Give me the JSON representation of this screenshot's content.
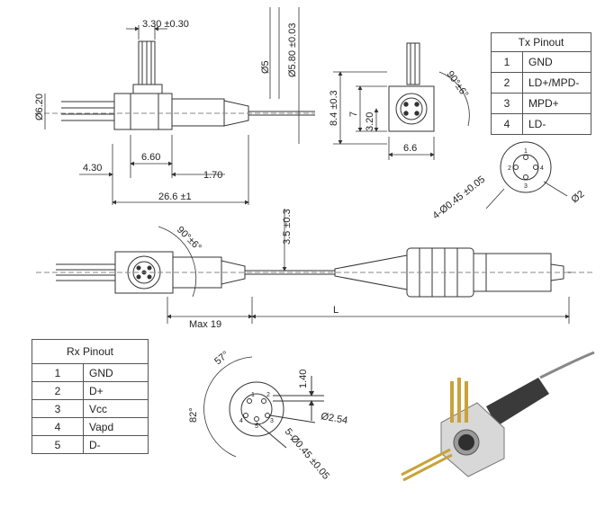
{
  "tx_pinout": {
    "title": "Tx Pinout",
    "rows": [
      {
        "pin": "1",
        "signal": "GND"
      },
      {
        "pin": "2",
        "signal": "LD+/MPD-"
      },
      {
        "pin": "3",
        "signal": "MPD+"
      },
      {
        "pin": "4",
        "signal": "LD-"
      }
    ]
  },
  "rx_pinout": {
    "title": "Rx Pinout",
    "rows": [
      {
        "pin": "1",
        "signal": "GND"
      },
      {
        "pin": "2",
        "signal": "D+"
      },
      {
        "pin": "3",
        "signal": "Vcc"
      },
      {
        "pin": "4",
        "signal": "Vapd"
      },
      {
        "pin": "5",
        "signal": "D-"
      }
    ]
  },
  "dimensions": {
    "top_pin_spacing": "3.30 ±0.30",
    "body_diameter": "Ø6.20",
    "barrel_diameter": "Ø5",
    "barrel_outer_diameter": "Ø5.80 ±0.03",
    "lead_offset": "4.30",
    "body_length": "6.60",
    "barrel_offset": "1.70",
    "total_length": "26.6 ±1",
    "side_height": "8.4 ±0.3",
    "side_inner": "7",
    "side_lower": "3.20",
    "side_width": "6.6",
    "rotation_tx": "90°±6°",
    "tx_pin_size": "4-Ø0.45 ±0.05",
    "tx_circle": "Ø2",
    "fiber_drop": "3.5 ±0.3",
    "rotation_rx": "90°±6°",
    "max_length": "Max 19",
    "cable_length": "L",
    "rx_angle_top": "57°",
    "rx_angle_left": "82°",
    "rx_spacing": "1.40",
    "rx_circle": "Ø2.54",
    "rx_pin_size": "5-Ø0.45 ±0.05"
  },
  "tx_pins": [
    "1",
    "2",
    "3",
    "4"
  ],
  "rx_pins": [
    "1",
    "2",
    "3",
    "4",
    "5"
  ]
}
